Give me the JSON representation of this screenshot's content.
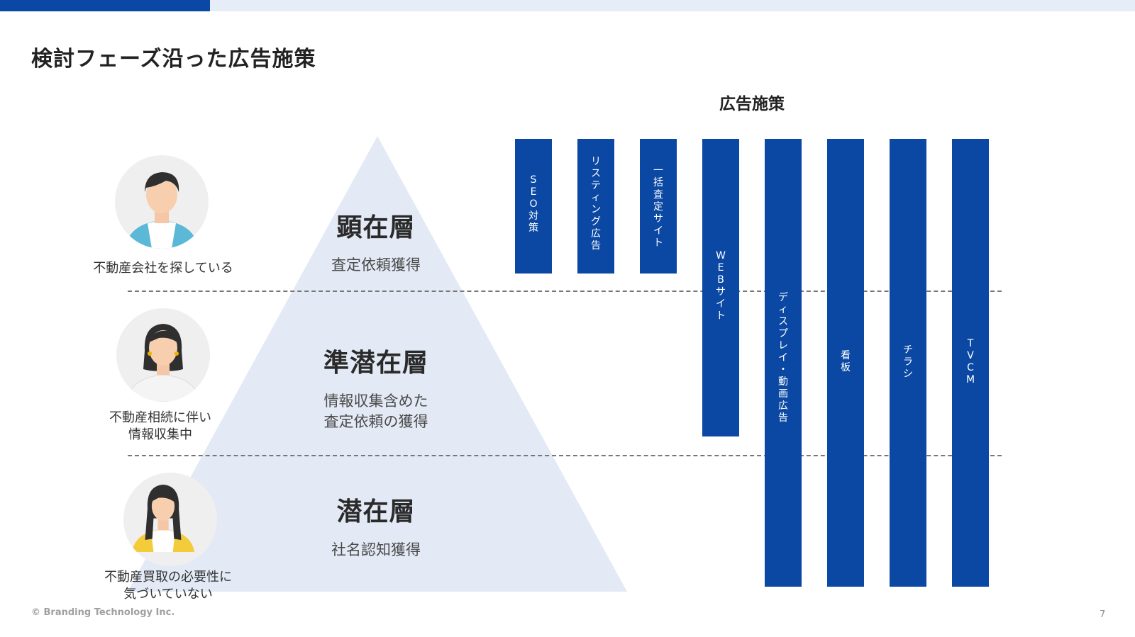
{
  "colors": {
    "accent": "#0a48a3",
    "topbar": "#e6edf6",
    "pyramid": "#e3eaf5",
    "divider": "#777777"
  },
  "page": {
    "title": "検討フェーズ沿った広告施策",
    "copyright": "© Branding Technology Inc.",
    "page_number": "7"
  },
  "measures_title": "広告施策",
  "tiers": [
    {
      "title": "顕在層",
      "desc": "査定依頼獲得"
    },
    {
      "title": "準潜在層",
      "desc": "情報収集含めた\n査定依頼の獲得"
    },
    {
      "title": "潜在層",
      "desc": "社名認知獲得"
    }
  ],
  "personas": [
    {
      "icon": "man-avatar-icon",
      "label": "不動産会社を探している"
    },
    {
      "icon": "woman-avatar-icon",
      "label": "不動産相続に伴い\n情報収集中"
    },
    {
      "icon": "young-woman-avatar-icon",
      "label": "不動産買取の必要性に\n気づいていない"
    }
  ],
  "measures": [
    {
      "label": "SEO対策",
      "reaches": "顕在層"
    },
    {
      "label": "リスティング広告",
      "reaches": "顕在層"
    },
    {
      "label": "一括査定サイト",
      "reaches": "顕在層"
    },
    {
      "label": "WEBサイト",
      "reaches": "準潜在層"
    },
    {
      "label": "ディスプレイ・動画広告",
      "reaches": "潜在層"
    },
    {
      "label": "看板",
      "reaches": "潜在層"
    },
    {
      "label": "チラシ",
      "reaches": "潜在層"
    },
    {
      "label": "TVCM",
      "reaches": "潜在層"
    }
  ]
}
